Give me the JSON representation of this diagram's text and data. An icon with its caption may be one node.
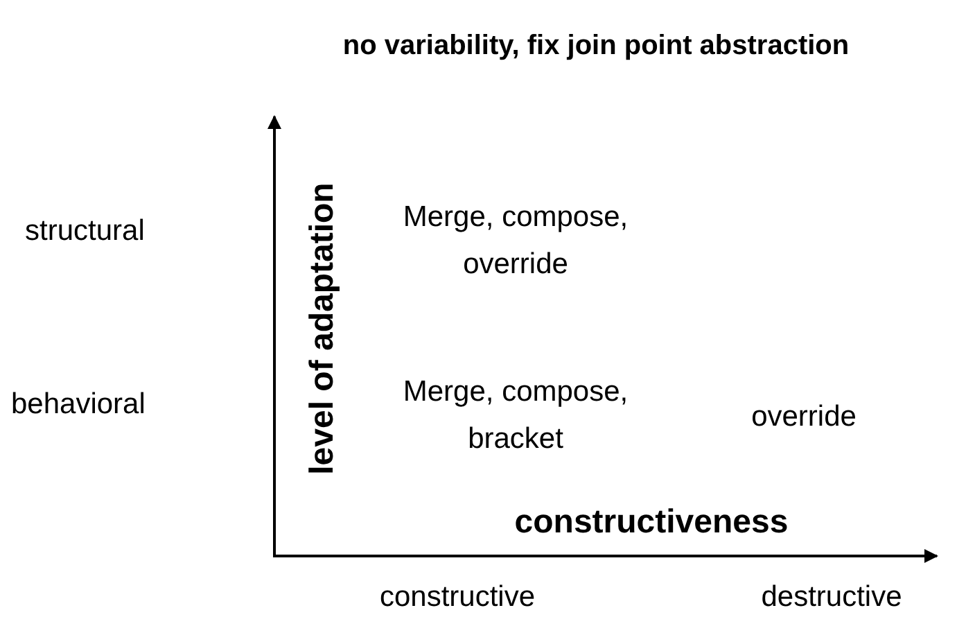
{
  "diagram": {
    "title": "no variability, fix join point abstraction",
    "labels": [
      "level of adaptation",
      "structural",
      "Merge, compose, override",
      "behavioral",
      "Merge, compose, bracket",
      "override",
      "constructiveness",
      "constructive",
      "destructive"
    ]
  }
}
